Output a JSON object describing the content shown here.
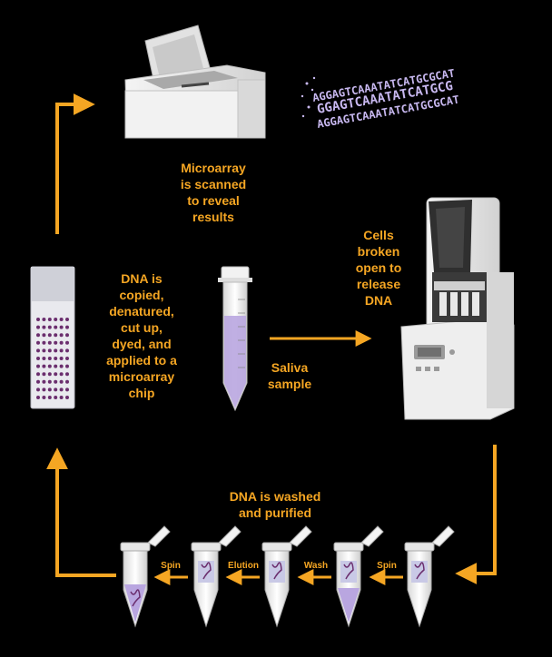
{
  "colors": {
    "background": "#000000",
    "accent_orange": "#F5A623",
    "machine_grey": "#E6E6E6",
    "liquid_purple": "#B9A6E0",
    "dye_purple": "#6B2E6E",
    "sequence_lavender": "#C8B8F0"
  },
  "labels": {
    "microarray_scanned": "Microarray\nis scanned\nto reveal\nresults",
    "cells_broken": "Cells\nbroken\nopen to\nrelease\nDNA",
    "saliva_sample": "Saliva\nsample",
    "dna_copied": "DNA is\ncopied,\ndenatured,\ncut up,\ndyed, and\napplied to a\nmicroarray\nchip",
    "dna_washed": "DNA is washed\nand purified"
  },
  "steps": {
    "spin_1": "Spin",
    "wash": "Wash",
    "elution": "Elution",
    "spin_2": "Spin"
  },
  "sequence": {
    "line1": "AGGAGTCAAATATCATGCGCAT",
    "line2": "GGAGTCAAATATCATGCG",
    "line3": "AGGAGTCAAATATCATGCGCAT"
  },
  "icons": [
    "microarray-scanner-icon",
    "dna-sequence-icon",
    "extraction-machine-icon",
    "microarray-chip-icon",
    "saliva-tube-icon",
    "microcentrifuge-tube-icon"
  ]
}
